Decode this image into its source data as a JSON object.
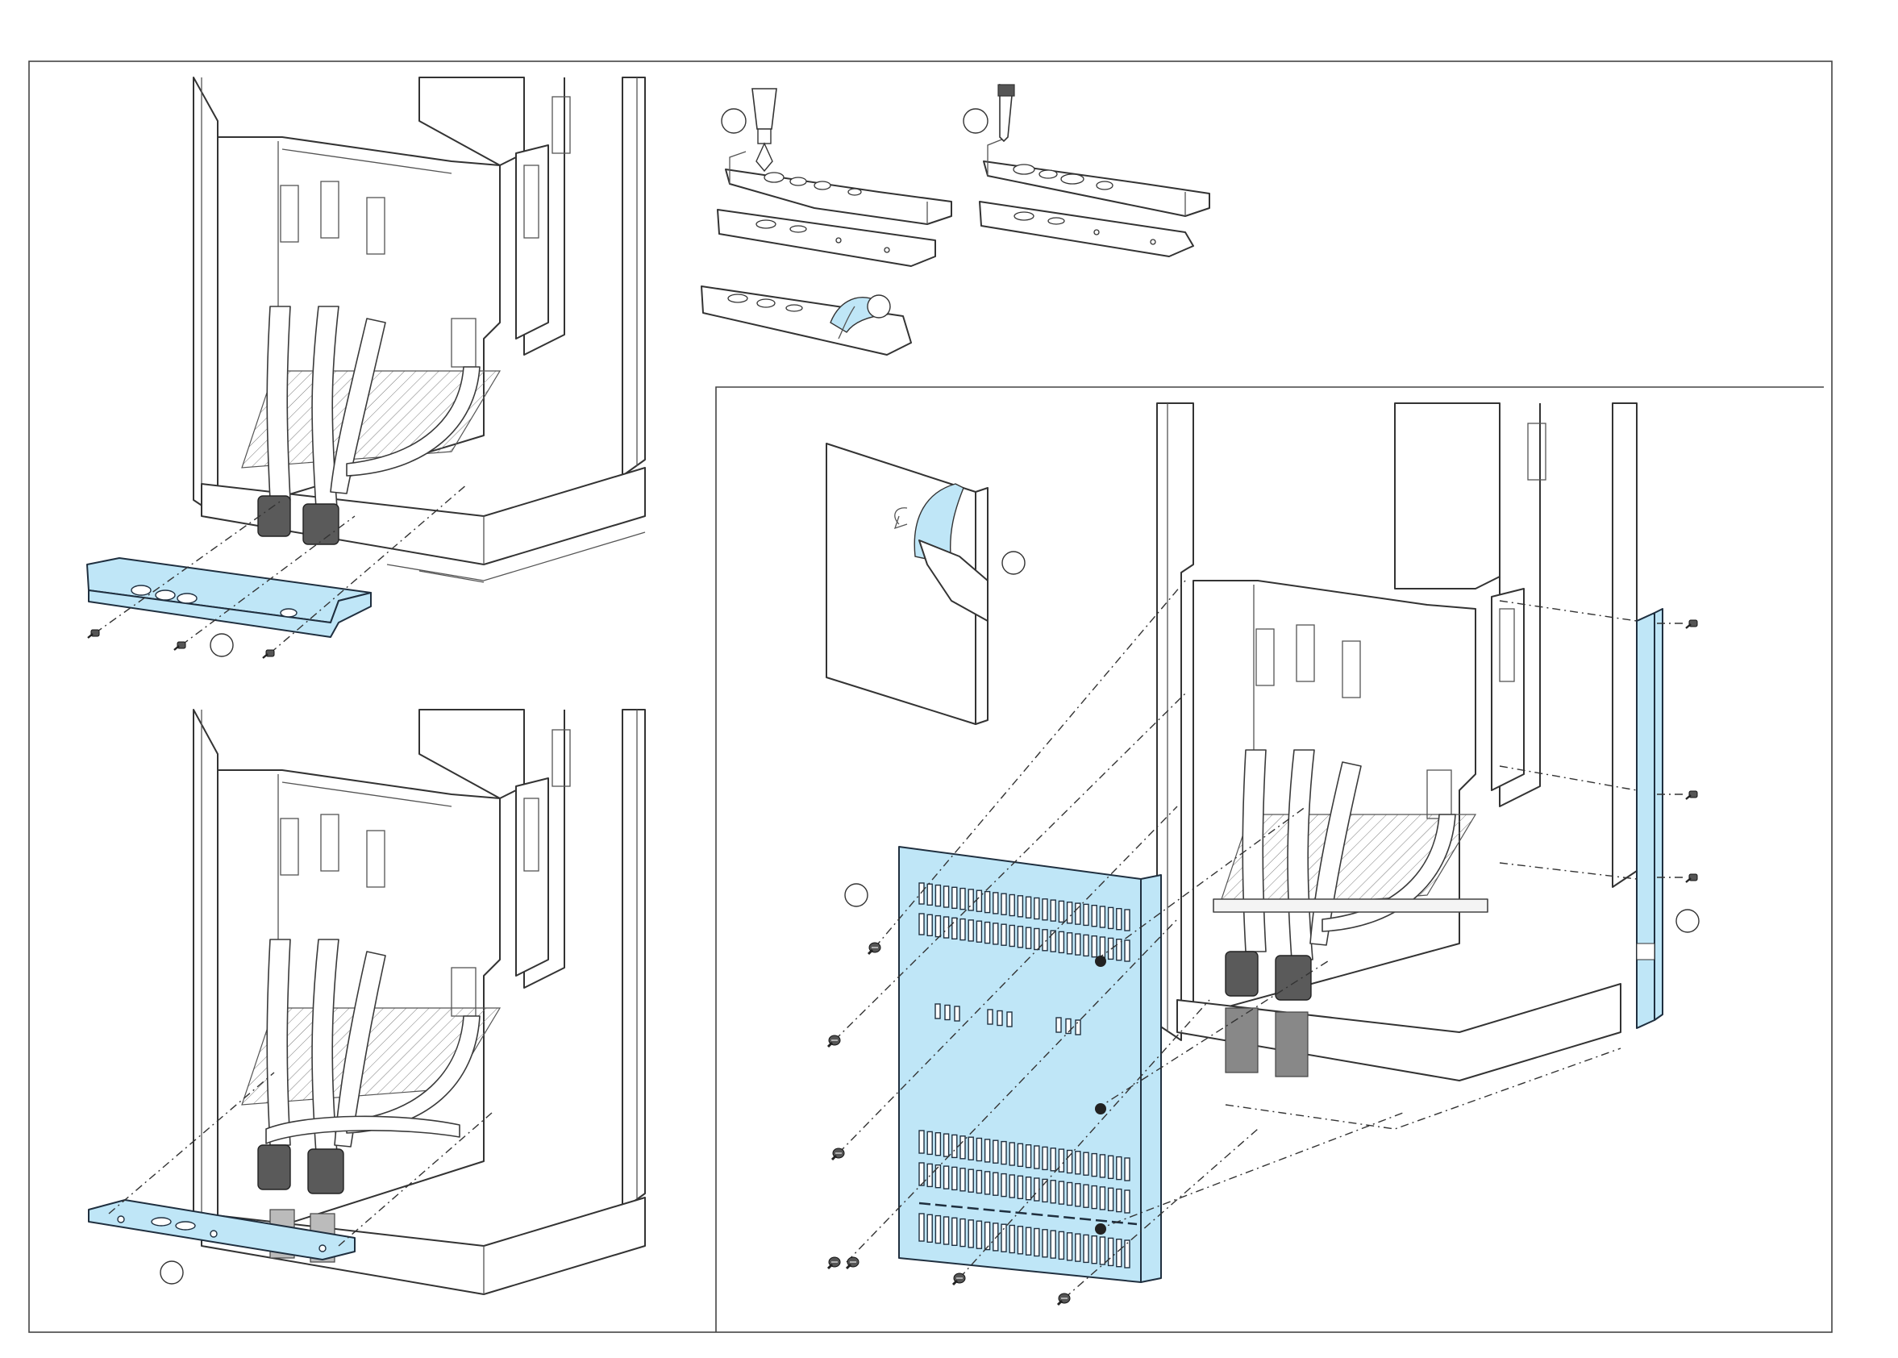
{
  "figure": {
    "description_free": true,
    "colors": {
      "highlight_part": "#bfe6f7",
      "line": "#3a3a3a",
      "background": "#ffffff"
    },
    "panels": [
      {
        "id": "upper-left",
        "callouts": [
          ""
        ]
      },
      {
        "id": "lower-left",
        "callouts": [
          ""
        ]
      },
      {
        "id": "top-right-steps",
        "callouts": [
          "",
          "",
          ""
        ]
      },
      {
        "id": "lower-right",
        "callouts": [
          "",
          "",
          ""
        ]
      }
    ],
    "icons": [
      "drill-icon",
      "cutter-icon",
      "peel-film-icon",
      "screw-icon",
      "cabinet-icon"
    ]
  }
}
